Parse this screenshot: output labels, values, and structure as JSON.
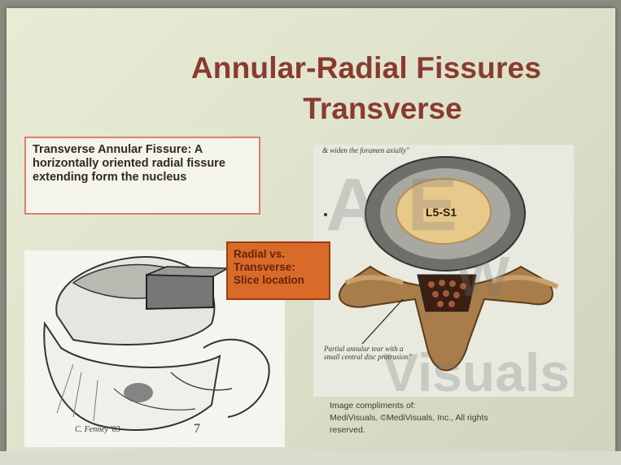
{
  "slide": {
    "title": "Annular-Radial Fissures",
    "subtitle": "Transverse",
    "definition_text": "Transverse Annular Fissure: A horizontally oriented radial fissure extending form the nucleus",
    "callout_text": "Radial vs. Transverse: Slice location",
    "vertebra_label": "L5-S1",
    "note_top": "& widen the foramen axially\"",
    "note_bottom": "Partial annular tear with a small central disc protrusion\"",
    "credit_line1": "Image compliments of:",
    "credit_line2": "MediVisuals. ©MediVisuals, Inc., All rights",
    "credit_line3": "reserved.",
    "watermark_line1": "A    E",
    "watermark_line2": "W",
    "watermark_line3": "Visuals",
    "signature": "C. Fenney '03",
    "sketch_mark": "7"
  },
  "colors": {
    "title": "#8a3a2f",
    "callout_fill": "#d86a2a",
    "definition_border": "#d9806c"
  }
}
